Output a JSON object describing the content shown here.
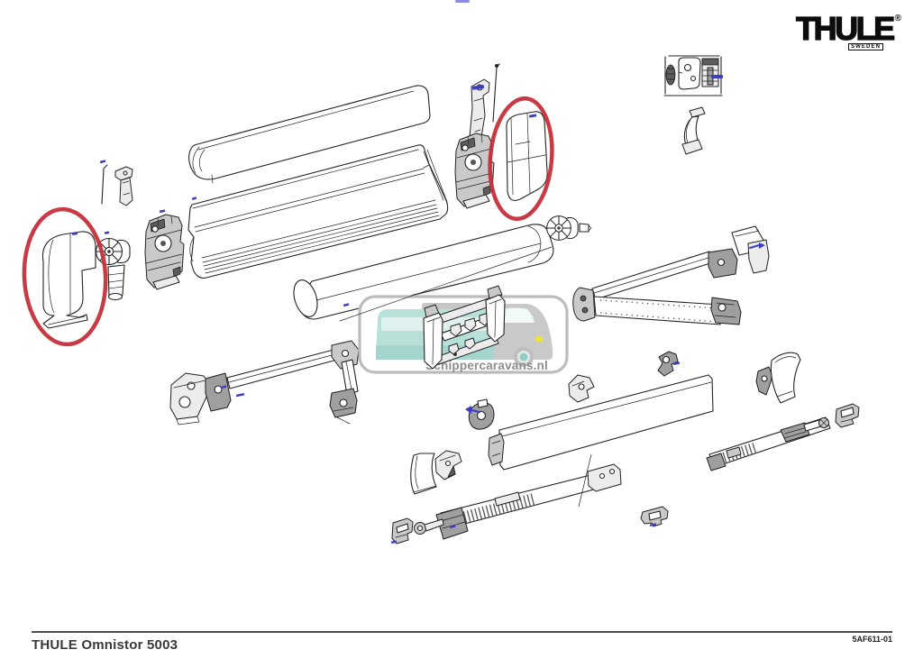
{
  "page": {
    "type": "exploded-parts-diagram",
    "background": "#ffffff"
  },
  "brand": {
    "logo": "THULE",
    "registered": "®",
    "tagline": "SWEDEN"
  },
  "watermark": {
    "text": "Schippercaravans.nl",
    "accent_teal": "#b7e0d9",
    "accent_gray": "#c9c9c9",
    "text_color": "#8d8d8d",
    "border_color": "#bcbcbc",
    "headlight_yellow": "#ece23c"
  },
  "footer": {
    "title": "THULE Omnistor 5003",
    "drawing_code": "5AF611-01"
  },
  "diagram": {
    "product": "THULE Omnistor 5003 awning",
    "line_color": "#232323",
    "highlight_color": "#c5303a",
    "marker_color": "#3d3dc6",
    "highlighted_parts": [
      "left-end-cap-cover",
      "right-end-cap-cover"
    ],
    "parts": [
      "top-cover-profile",
      "case-profile",
      "left-drive-mechanism",
      "left-end-cap-cover",
      "left-clutch-knob",
      "left-pin-rod",
      "left-small-bracket",
      "top-pin-rod",
      "top-middle-bracket",
      "right-drive-mechanism",
      "right-end-cap-cover",
      "fabric-roller-tube",
      "right-clutch-knob",
      "right-spring-arm-assembly",
      "left-spring-arm-assembly",
      "fabric-support-cradle",
      "lead-rail-front-panel",
      "left-rafter-tube",
      "right-rafter-tube",
      "left-end-clamp",
      "mounting-foot-pad",
      "right-end-clamp",
      "left-corner-flap",
      "middle-angle-bracket",
      "arrow-marked-clamp",
      "middle-cradle-bracket",
      "wall-hook-bracket",
      "right-bracket-pair",
      "right-corner-flap",
      "hardware-inset-frame",
      "inset-knurled-knob",
      "inset-cover-plate",
      "inset-ratchet-block",
      "strap-bracket"
    ]
  }
}
